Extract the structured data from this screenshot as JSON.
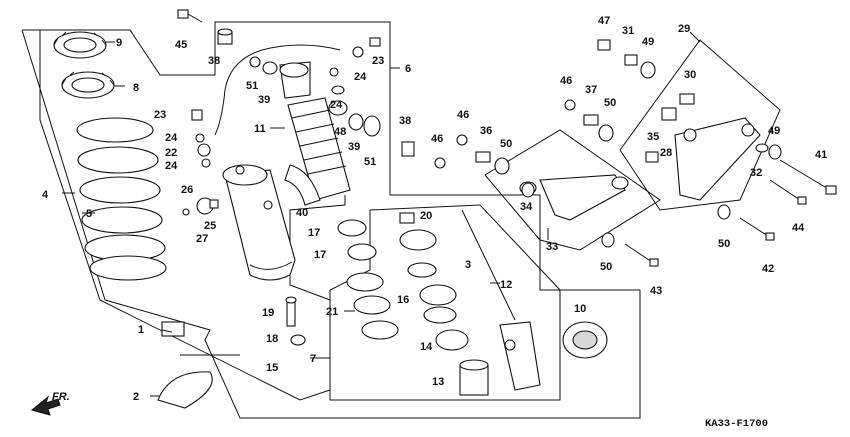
{
  "diagram": {
    "code": "KA33-F1700",
    "front_marker": "FR."
  },
  "callouts": {
    "c1": "1",
    "c2": "2",
    "c3": "3",
    "c4": "4",
    "c5": "5",
    "c6": "6",
    "c7": "7",
    "c8": "8",
    "c9": "9",
    "c10": "10",
    "c11": "11",
    "c12": "12",
    "c13": "13",
    "c14": "14",
    "c15": "15",
    "c16": "16",
    "c17a": "17",
    "c17b": "17",
    "c18": "18",
    "c19": "19",
    "c20": "20",
    "c21": "21",
    "c22": "22",
    "c23a": "23",
    "c23b": "23",
    "c24a": "24",
    "c24b": "24",
    "c24c": "24",
    "c24d": "24",
    "c25": "25",
    "c26": "26",
    "c27": "27",
    "c28": "28",
    "c29": "29",
    "c30": "30",
    "c31": "31",
    "c32": "32",
    "c33": "33",
    "c34": "34",
    "c35": "35",
    "c36": "36",
    "c37": "37",
    "c38a": "38",
    "c38b": "38",
    "c39a": "39",
    "c39b": "39",
    "c40": "40",
    "c41": "41",
    "c42": "42",
    "c43": "43",
    "c44": "44",
    "c45": "45",
    "c46a": "46",
    "c46b": "46",
    "c46c": "46",
    "c47": "47",
    "c48": "48",
    "c49a": "49",
    "c49b": "49",
    "c50a": "50",
    "c50b": "50",
    "c50c": "50",
    "c50d": "50",
    "c51a": "51",
    "c51b": "51"
  }
}
